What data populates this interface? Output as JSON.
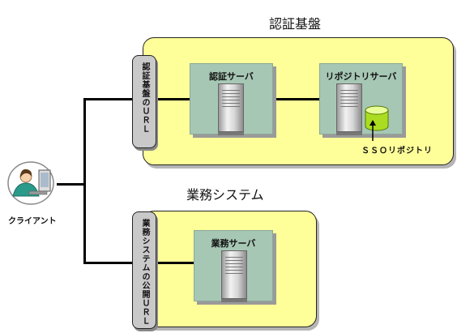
{
  "auth_zone": {
    "title": "認証基盤"
  },
  "biz_zone": {
    "title": "業務システム"
  },
  "auth_server": {
    "label": "認証サーバ"
  },
  "repo_server": {
    "label": "リポジトリサーバ"
  },
  "sso_repo": {
    "label": "ＳＳＯリポジトリ"
  },
  "biz_server": {
    "label": "業務サーバ"
  },
  "auth_url": {
    "label": "認証基盤のＵＲＬ"
  },
  "biz_url": {
    "label": "業務システムの公開ＵＲＬ"
  },
  "client": {
    "label": "クライアント"
  },
  "colors": {
    "zone_fill": "#ffff99",
    "server_fill": "#a7c7b5",
    "db_green": "#aadd22",
    "pill_fill": "#c9c9c9"
  }
}
